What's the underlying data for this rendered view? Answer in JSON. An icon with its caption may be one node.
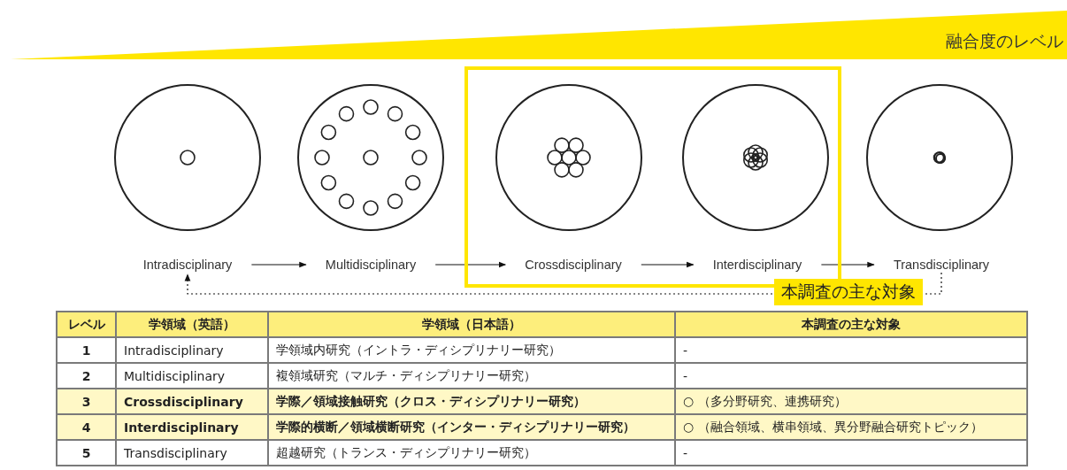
{
  "diagram": {
    "nodes": [
      {
        "text": [
          "Intradisciplinary"
        ]
      },
      {
        "text": [
          "Multidisciplinary"
        ]
      },
      {
        "text": [
          "本調査の主な対象"
        ]
      },
      {
        "text": [
          "Crossdisciplinary"
        ],
        "in": 2
      },
      {
        "text": [
          "Interdisciplinary"
        ],
        "in": 2
      },
      {
        "text": [
          "Transdisciplinary"
        ]
      }
    ],
    "edges": [
      {
        "from": 0,
        "to": 1,
        "arrow": "to"
      },
      {
        "from": 1,
        "to": 3,
        "arrow": "to"
      },
      {
        "from": 3,
        "to": 4,
        "arrow": "to"
      },
      {
        "from": 4,
        "to": 5,
        "arrow": "to"
      },
      {
        "from": 5,
        "to": 0,
        "arrow": "to",
        "style": "dashed"
      }
    ],
    "labels": [
      "融合度のレベル",
      "レベル",
      "学領域（英語）",
      "学領域（日本語）",
      "本調査の主な対象",
      "1",
      "Intradisciplinary",
      "学領域内研究（イントラ・ディシプリナリー研究）",
      "-",
      "2",
      "Multidisciplinary",
      "複領域研究（マルチ・ディシプリナリー研究）",
      "-",
      "3",
      "Crossdisciplinary",
      "学際／領域接触研究（クロス・ディシプリナリー研究）",
      "○ （多分野研究、連携研究）",
      "4",
      "Interdisciplinary",
      "学際的横断／領域横断研究（インター・ディシプリナリー研究）",
      "○ （融合領域、横串領域、異分野融合研究トピック）",
      "5",
      "Transdisciplinary",
      "超越研究（トランス・ディシプリナリー研究）",
      "-"
    ]
  }
}
